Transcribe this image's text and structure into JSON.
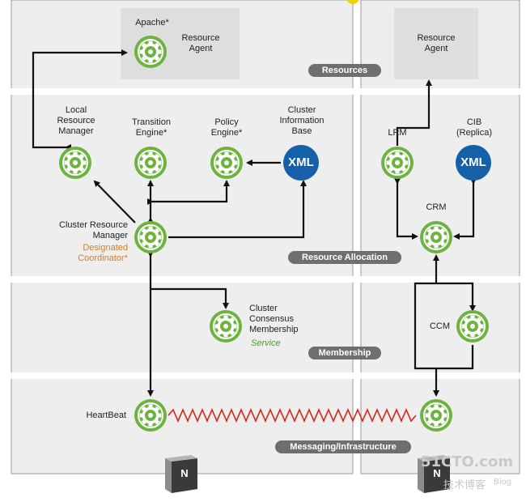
{
  "nodes": {
    "apache": {
      "name": "Apache*",
      "box_label": "Resource Agent"
    },
    "resource_agent_right": {
      "label": "Resource Agent"
    },
    "lrm_left": {
      "label": "Local Resource Manager"
    },
    "transition_engine": {
      "label": "Transition Engine*"
    },
    "policy_engine": {
      "label": "Policy Engine*"
    },
    "cib_left": {
      "label": "Cluster Information Base",
      "badge": "XML"
    },
    "crm_left": {
      "label": "Cluster Resource Manager",
      "sublabel": "Designated Coordinator*"
    },
    "ccms": {
      "label": "Cluster Consensus Membership",
      "sublabel": "Service"
    },
    "heartbeat": {
      "label": "HeartBeat"
    },
    "lrm_right": {
      "label": "LRM"
    },
    "cib_right": {
      "label": "CIB (Replica)",
      "badge": "XML"
    },
    "crm_right": {
      "label": "CRM"
    },
    "ccm_right": {
      "label": "CCM"
    }
  },
  "layers": [
    "Resources",
    "Resource Allocation",
    "Membership",
    "Messaging/Infrastructure"
  ],
  "server_badges": [
    "N",
    "N"
  ],
  "watermark": {
    "line1": "51CTO.com",
    "line2": "技术博客",
    "line3": "Blog"
  },
  "colors": {
    "gear": "#6db33f",
    "xml": "#1560a8",
    "pill": "#6f6f6f",
    "panel": "#eeeeee",
    "heartbeat_link": "#d9261c"
  }
}
